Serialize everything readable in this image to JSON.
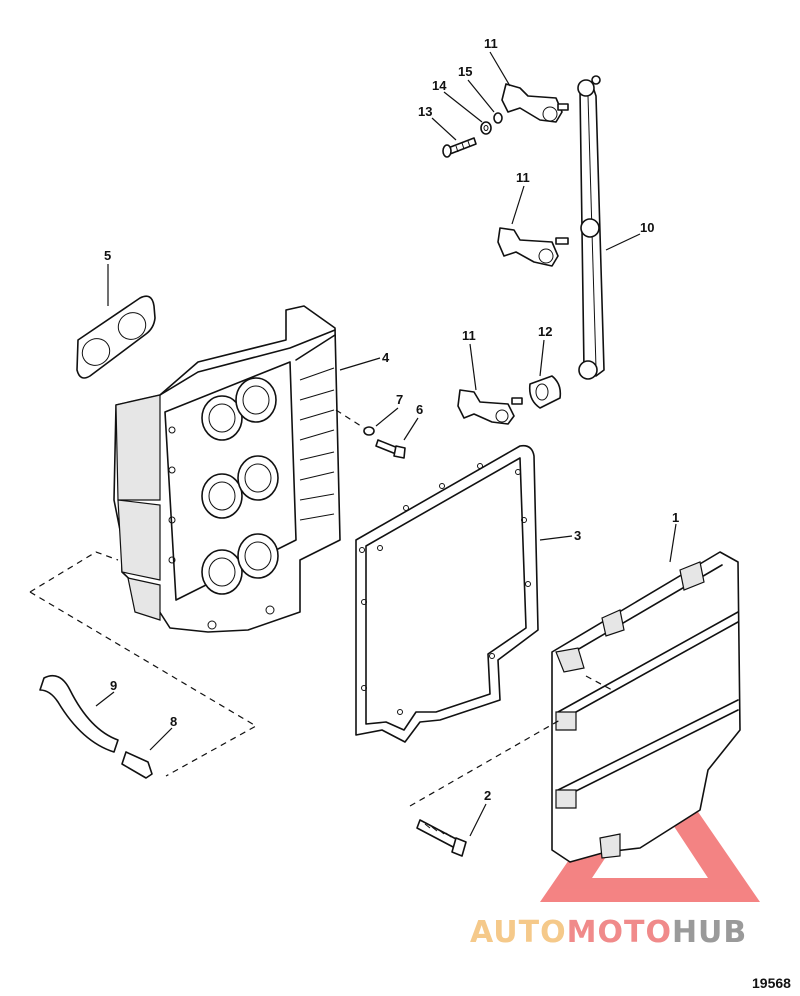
{
  "figure_number": "19568",
  "watermark": {
    "part1": "AUTO",
    "part2": "MOTO",
    "part3": "HUB",
    "color_auto": "#f5c98a",
    "color_moto": "#f08a8a",
    "color_hub": "#9a9a9a",
    "triangle_color": "#f05a5a"
  },
  "callouts": [
    {
      "id": "c1",
      "label": "1"
    },
    {
      "id": "c2",
      "label": "2"
    },
    {
      "id": "c3",
      "label": "3"
    },
    {
      "id": "c4",
      "label": "4"
    },
    {
      "id": "c5",
      "label": "5"
    },
    {
      "id": "c6",
      "label": "6"
    },
    {
      "id": "c7",
      "label": "7"
    },
    {
      "id": "c8",
      "label": "8"
    },
    {
      "id": "c9",
      "label": "9"
    },
    {
      "id": "c10",
      "label": "10"
    },
    {
      "id": "c11a",
      "label": "11"
    },
    {
      "id": "c11b",
      "label": "11"
    },
    {
      "id": "c11c",
      "label": "11"
    },
    {
      "id": "c12",
      "label": "12"
    },
    {
      "id": "c13",
      "label": "13"
    },
    {
      "id": "c14",
      "label": "14"
    },
    {
      "id": "c15",
      "label": "15"
    }
  ]
}
